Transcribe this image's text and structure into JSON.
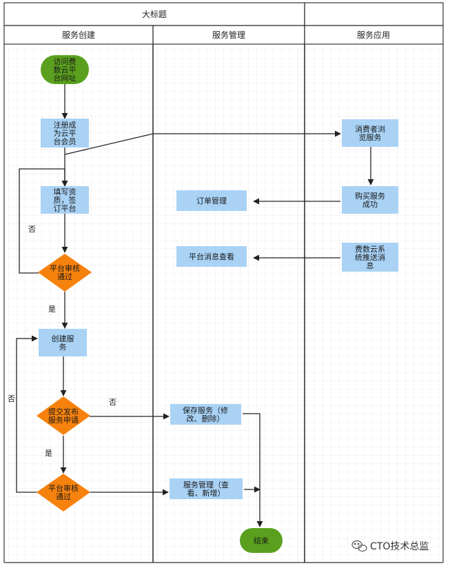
{
  "header": {
    "title": "大标题"
  },
  "lanes": [
    {
      "id": "lane-service-create",
      "label": "服务创建"
    },
    {
      "id": "lane-service-manage",
      "label": "服务管理"
    },
    {
      "id": "lane-service-app",
      "label": "服务应用"
    }
  ],
  "nodes": {
    "start": {
      "lines": [
        "访问费",
        "数云平",
        "台网址"
      ]
    },
    "register": {
      "lines": [
        "注册成",
        "为云平",
        "台会员"
      ]
    },
    "fill_info": {
      "lines": [
        "填写资",
        "质，签",
        "订平台"
      ]
    },
    "review1": {
      "lines": [
        "平台审核",
        "通过"
      ]
    },
    "create_service": {
      "lines": [
        "创建服",
        "务"
      ]
    },
    "submit": {
      "lines": [
        "提交发布",
        "服务申请"
      ]
    },
    "review2": {
      "lines": [
        "平台审核",
        "通过"
      ]
    },
    "browse": {
      "lines": [
        "消费者浏",
        "览服务"
      ]
    },
    "buy": {
      "lines": [
        "购买服务",
        "成功"
      ]
    },
    "push_msg": {
      "lines": [
        "费数云系",
        "统推送消",
        "息"
      ]
    },
    "order_mgmt": {
      "lines": [
        "订单管理"
      ]
    },
    "msg_view": {
      "lines": [
        "平台消息查看"
      ]
    },
    "save_service": {
      "lines": [
        "保存服务（修",
        "改、删除）"
      ]
    },
    "manage_service": {
      "lines": [
        "服务管理（查",
        "看、新增）"
      ]
    },
    "end": {
      "lines": [
        "结束"
      ]
    }
  },
  "edge_labels": {
    "review1_no": "否",
    "review1_yes": "是",
    "submit_no": "否",
    "submit_yes": "是",
    "review2_no": "否"
  },
  "colors": {
    "terminal": "#5aa01e",
    "process": "#a9d2f5",
    "decision": "#f6820d",
    "grid": "#dcdcdc",
    "border": "#333333"
  },
  "watermark": {
    "icon": "wechat-icon",
    "text": "CTO技术总监"
  }
}
